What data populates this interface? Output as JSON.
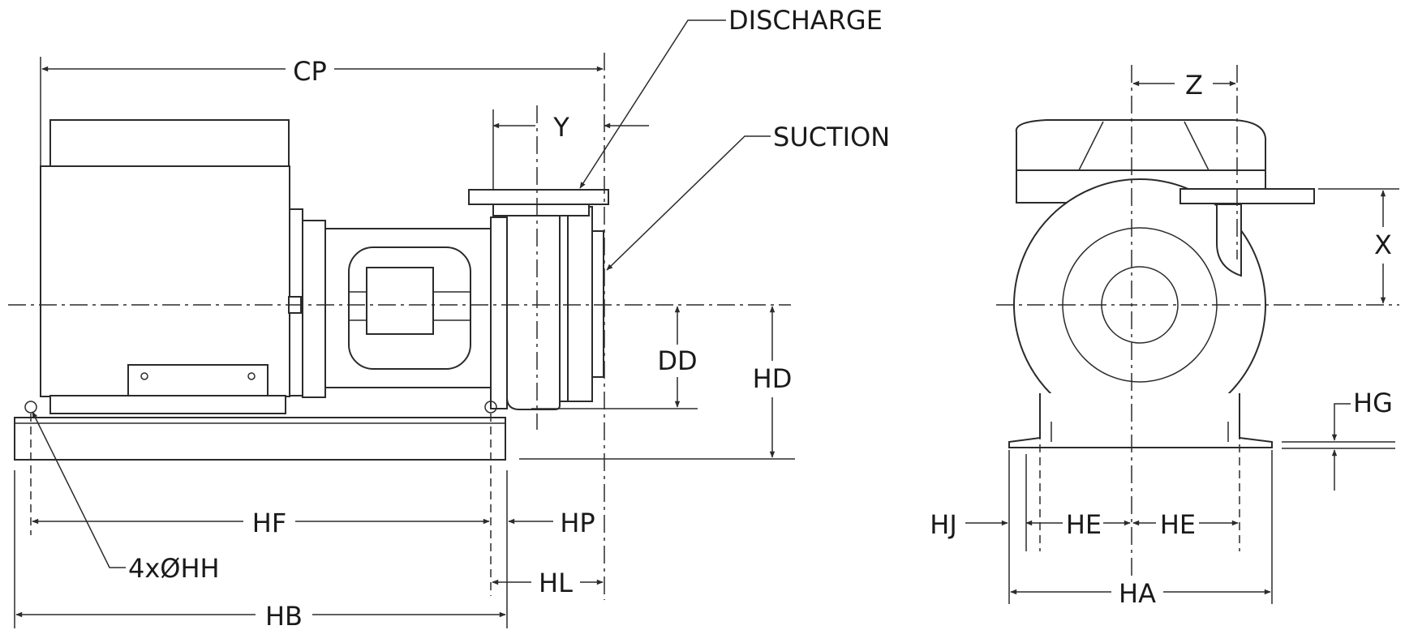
{
  "labels": {
    "discharge": "DISCHARGE",
    "suction": "SUCTION",
    "cp": "CP",
    "y": "Y",
    "dd": "DD",
    "hd": "HD",
    "hf": "HF",
    "hp": "HP",
    "hl": "HL",
    "hb": "HB",
    "holes": "4xØHH",
    "z": "Z",
    "x": "X",
    "hg": "HG",
    "hj": "HJ",
    "he_left": "HE",
    "he_right": "HE",
    "ha": "HA"
  },
  "colors": {
    "line": "#2b2b2b",
    "background": "#ffffff"
  }
}
